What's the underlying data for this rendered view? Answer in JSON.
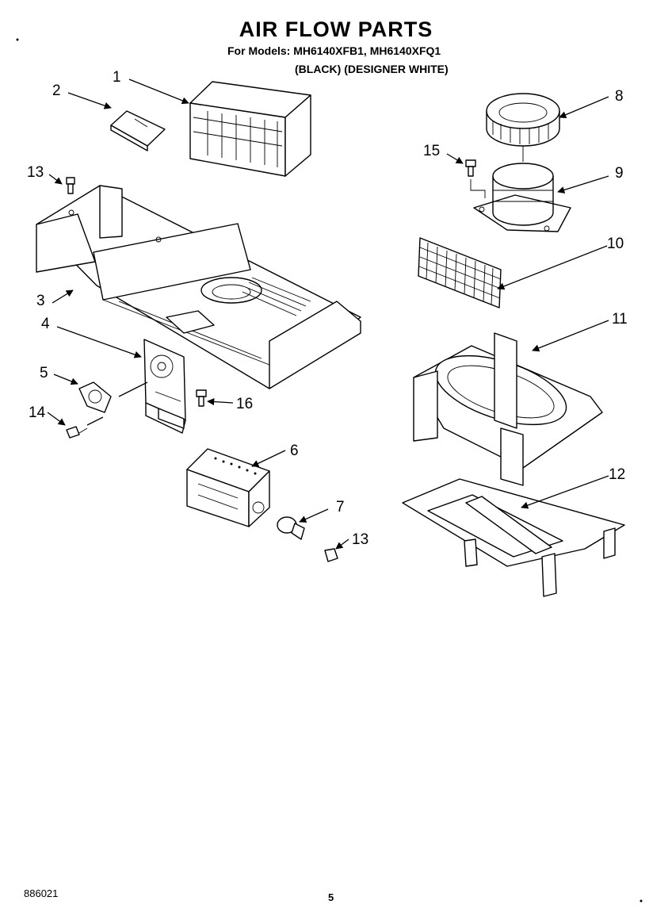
{
  "header": {
    "title": "AIR FLOW PARTS",
    "models_line": "For Models: MH6140XFB1, MH6140XFQ1",
    "variants_line": "(BLACK)  (DESIGNER WHITE)"
  },
  "footer": {
    "doc_code": "886021",
    "page_number": "5"
  },
  "callouts": [
    "1",
    "2",
    "3",
    "4",
    "5",
    "6",
    "7",
    "8",
    "9",
    "10",
    "11",
    "12",
    "13",
    "14",
    "15",
    "16",
    "13"
  ]
}
